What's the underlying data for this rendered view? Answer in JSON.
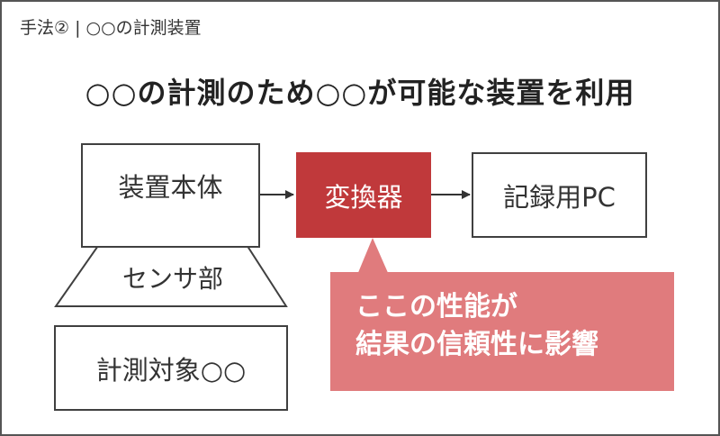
{
  "header": {
    "title": "手法② | ○○の計測装置"
  },
  "headline": "○○の計測のため○○が可能な装置を利用",
  "diagram": {
    "main_unit": "装置本体",
    "sensor": "センサ部",
    "converter": "変換器",
    "recorder": "記録用PC",
    "target": "計測対象○○",
    "callout": {
      "line1": "ここの性能が",
      "line2": "結果の信頼性に影響"
    }
  },
  "colors": {
    "converter_fill": "#c0393b",
    "callout_fill": "#e07b7d",
    "outline": "#404040"
  }
}
